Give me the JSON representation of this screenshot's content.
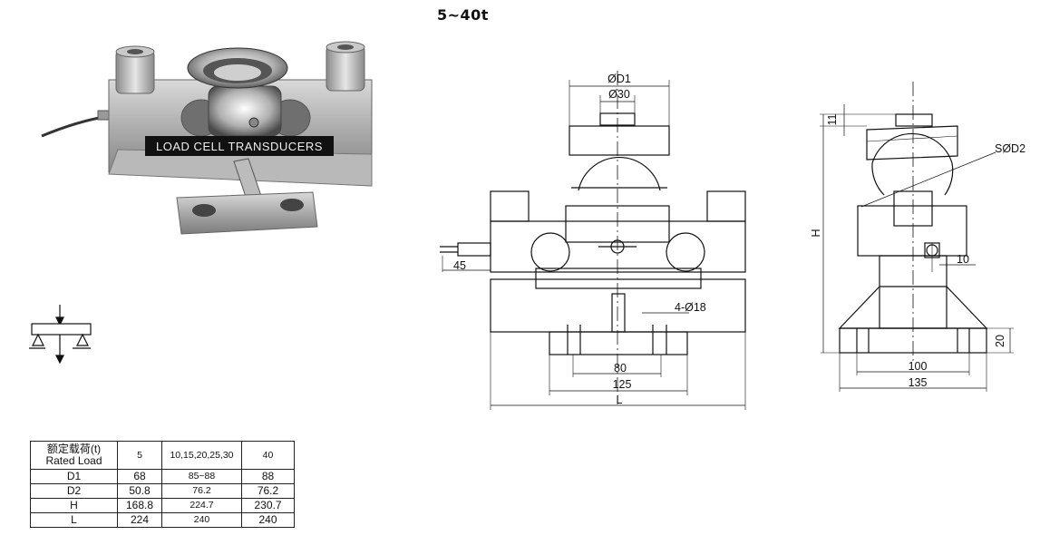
{
  "title": "5~40t",
  "photo": {
    "nameplate": "LOAD CELL TRANSDUCERS"
  },
  "front_view": {
    "d1": "ØD1",
    "d30": "Ø30",
    "dim_45": "45",
    "holes": "4-Ø18",
    "dim_80": "80",
    "dim_125": "125",
    "dim_L": "L"
  },
  "side_view": {
    "dim_11": "11",
    "sphere": "SØD2",
    "dim_H": "H",
    "dim_10": "10",
    "dim_20": "20",
    "dim_100": "100",
    "dim_135": "135"
  },
  "table": {
    "header_cn": "额定载荷(t)",
    "header_en": "Rated Load",
    "columns": [
      "5",
      "10,15,20,25,30",
      "40"
    ],
    "rows": [
      {
        "label": "D1",
        "values": [
          "68",
          "85~88",
          "88"
        ]
      },
      {
        "label": "D2",
        "values": [
          "50.8",
          "76.2",
          "76.2"
        ]
      },
      {
        "label": "H",
        "values": [
          "168.8",
          "224.7",
          "230.7"
        ]
      },
      {
        "label": "L",
        "values": [
          "224",
          "240",
          "240"
        ]
      }
    ]
  }
}
